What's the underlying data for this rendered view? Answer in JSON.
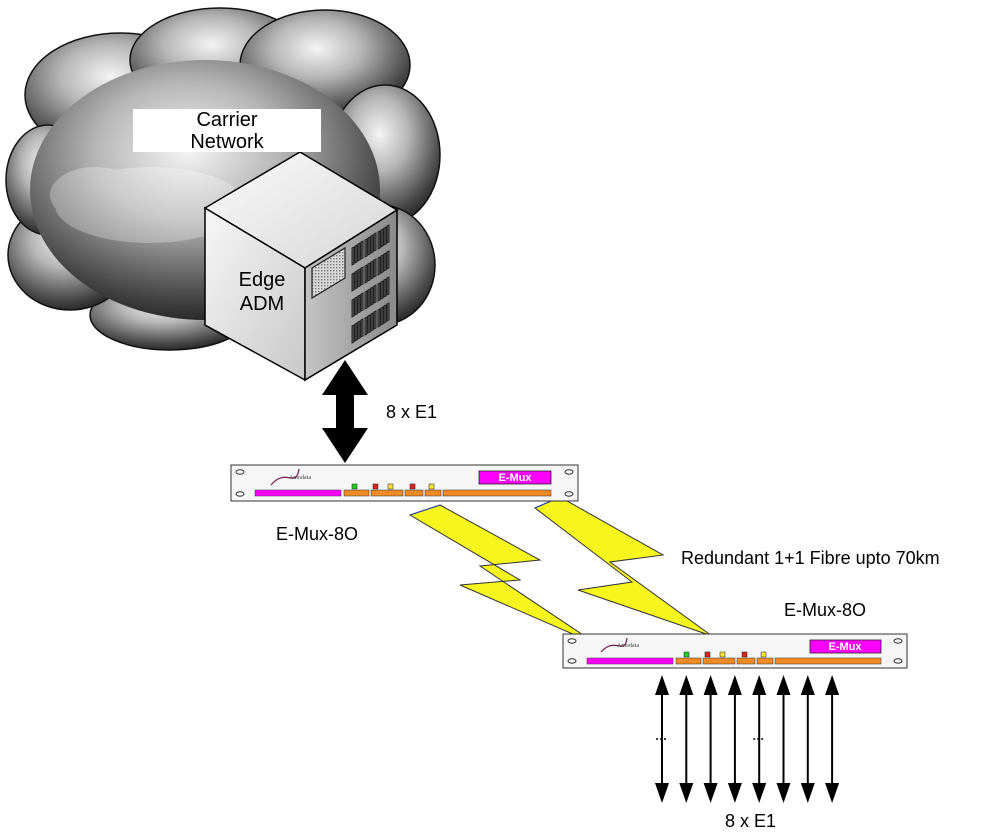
{
  "cloud": {
    "label_line1": "Carrier",
    "label_line2": "Network"
  },
  "adm": {
    "label_line1": "Edge",
    "label_line2": "ADM"
  },
  "uplink": {
    "label": "8 x E1"
  },
  "mux_top": {
    "name": "E-Mux-8O",
    "badge": "E-Mux",
    "brand": "Amodata"
  },
  "mux_bottom": {
    "name": "E-Mux-8O",
    "badge": "E-Mux",
    "brand": "Amodata"
  },
  "fibre": {
    "label": "Redundant 1+1 Fibre upto 70km"
  },
  "tributaries": {
    "label": "8 x E1",
    "count": 8
  },
  "colors": {
    "badge": "#ff00ff",
    "strip": "#f08a24",
    "bolt": "#f6f61e",
    "led_green": "#22cc22",
    "led_red": "#dd2222",
    "led_yellow": "#f4e23a"
  }
}
